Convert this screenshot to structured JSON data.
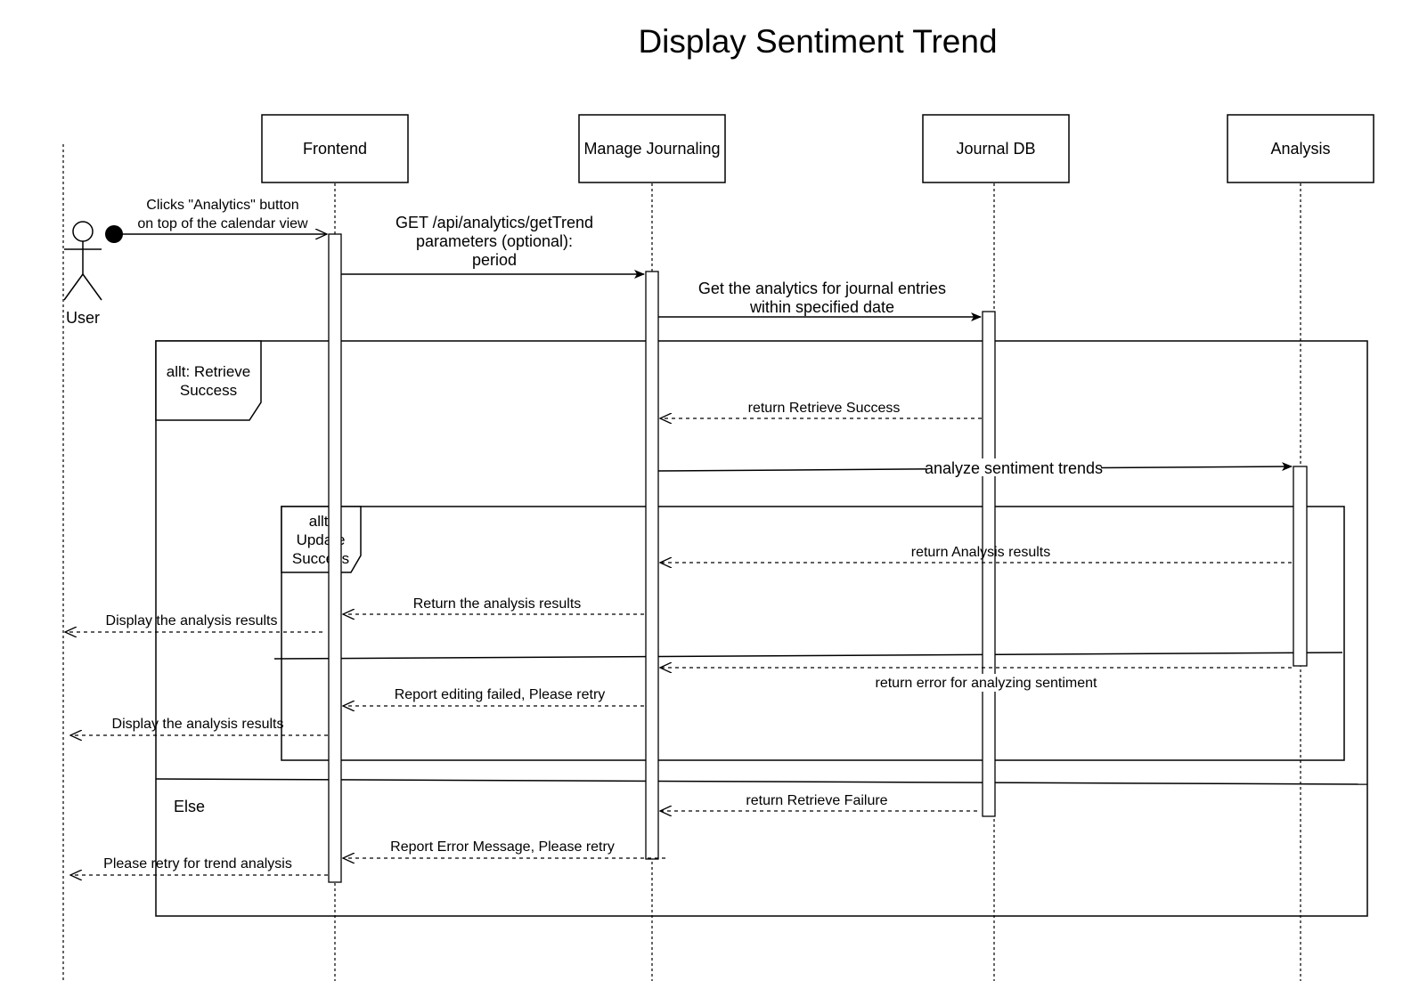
{
  "title": "Display Sentiment Trend",
  "actor": {
    "label": "User"
  },
  "participants": [
    {
      "id": "frontend",
      "label": "Frontend"
    },
    {
      "id": "manage",
      "label": "Manage Journaling"
    },
    {
      "id": "journal_db",
      "label": "Journal DB"
    },
    {
      "id": "analysis",
      "label": "Analysis"
    }
  ],
  "frames": {
    "outer": {
      "label_line1": "allt: Retrieve",
      "label_line2": "Success",
      "else_label": "Else"
    },
    "inner": {
      "label_line1": "allt:",
      "label_line2": "Update",
      "label_line3": "Success"
    }
  },
  "messages": {
    "m1": {
      "line1": "Clicks \"Analytics\" button",
      "line2": "on top of the calendar view"
    },
    "m2": {
      "line1": "GET /api/analytics/getTrend",
      "line2": "parameters (optional):",
      "line3": "period"
    },
    "m3": {
      "line1": "Get the analytics for journal entries",
      "line2": "within specified date"
    },
    "m4": "return Retrieve Success",
    "m5": "analyze sentiment trends",
    "m6": "return Analysis results",
    "m7": "Return the analysis results",
    "m8": "Display the analysis results",
    "m9": "return error for analyzing sentiment",
    "m10": "Report editing failed, Please retry",
    "m11": "Display the analysis results",
    "m12": "return Retrieve Failure",
    "m13": "Report Error Message, Please retry",
    "m14": "Please retry for trend analysis"
  }
}
